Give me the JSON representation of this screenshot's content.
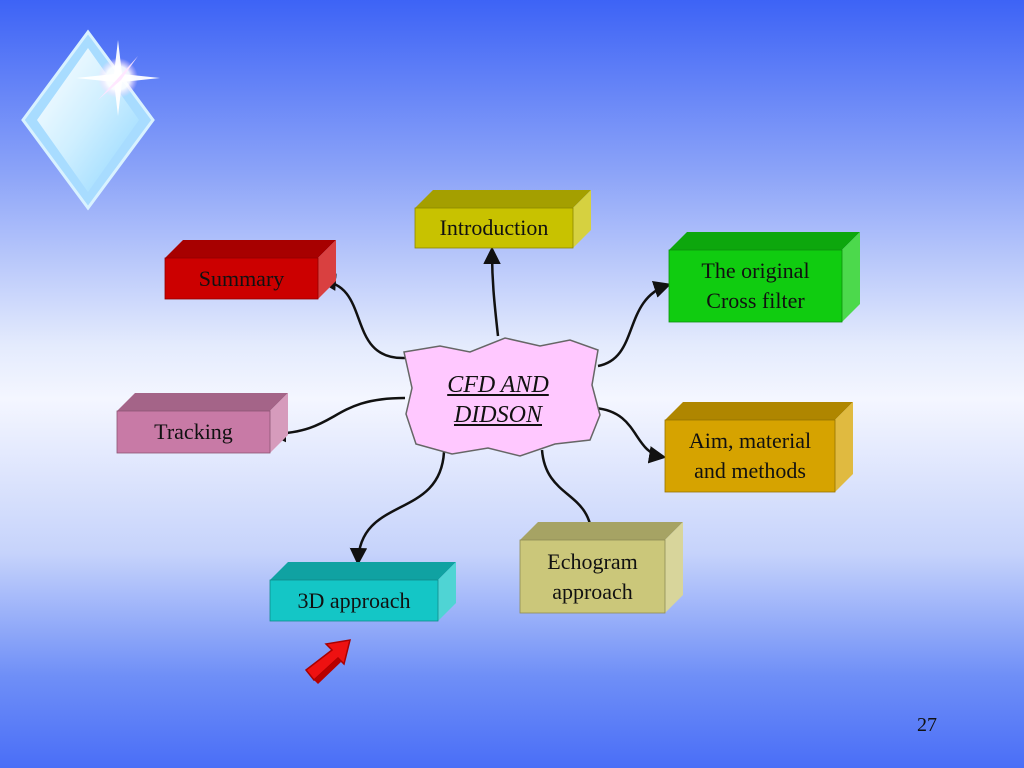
{
  "slide": {
    "center_topic": "CFD AND\nDIDSON",
    "page_number": "27"
  },
  "topics": [
    {
      "label": "Introduction",
      "color": "#c8c200"
    },
    {
      "label": "The original\nCross filter",
      "color": "#10cc10"
    },
    {
      "label": "Aim, material\nand methods",
      "color": "#d6a300"
    },
    {
      "label": "Echogram\napproach",
      "color": "#cbc77a"
    },
    {
      "label": "3D approach",
      "color": "#14c6c6"
    },
    {
      "label": "Tracking",
      "color": "#c87aa6"
    },
    {
      "label": "Summary",
      "color": "#cc0000"
    }
  ],
  "colors": {
    "center_fill": "#ffc8ff",
    "connector": "#111111",
    "pointer_arrow": "#ee1111",
    "diamond_logo": "#bfe9ff"
  }
}
